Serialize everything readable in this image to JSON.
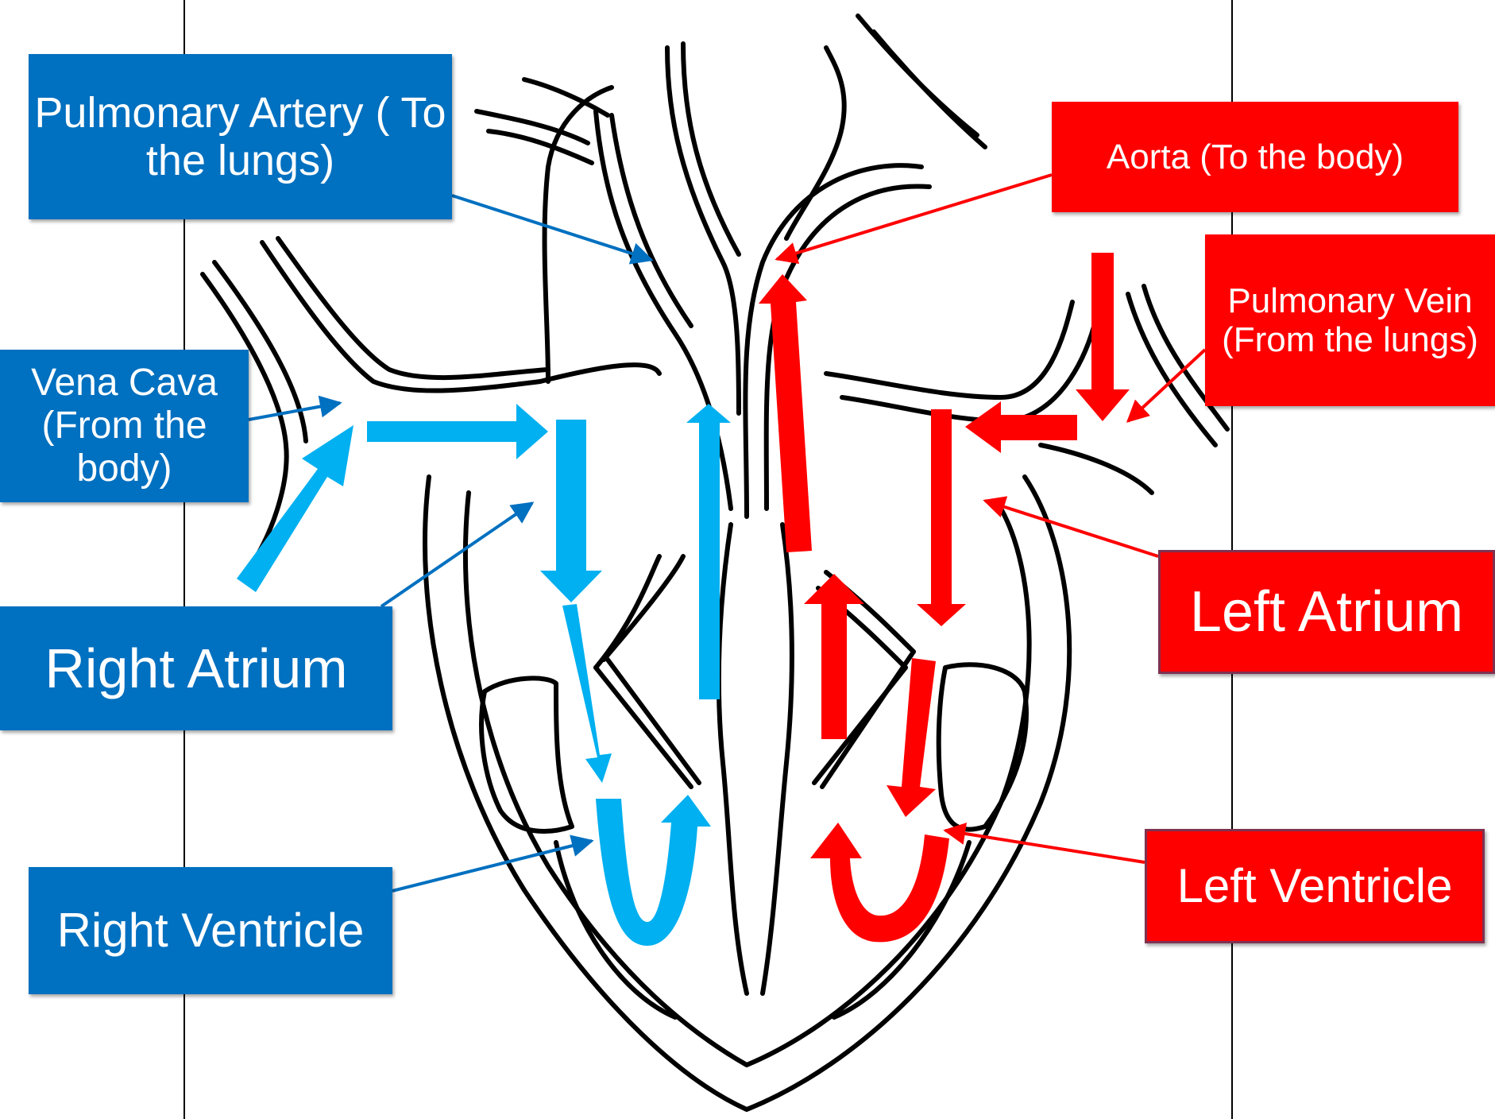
{
  "labels": {
    "pulmonary_artery": "Pulmonary Artery ( To the lungs)",
    "vena_cava": "Vena Cava (From the body)",
    "right_atrium": "Right Atrium",
    "right_ventricle": "Right Ventricle",
    "aorta": "Aorta (To the body)",
    "pulmonary_vein": "Pulmonary Vein (From the lungs)",
    "left_atrium": "Left Atrium",
    "left_ventricle": "Left Ventricle"
  },
  "colors": {
    "deoxygenated_blood": "#00b0f0",
    "oxygenated_blood": "#ff0000",
    "blue_label": "#0070c0",
    "red_label": "#ff0000",
    "outline": "#000000"
  }
}
